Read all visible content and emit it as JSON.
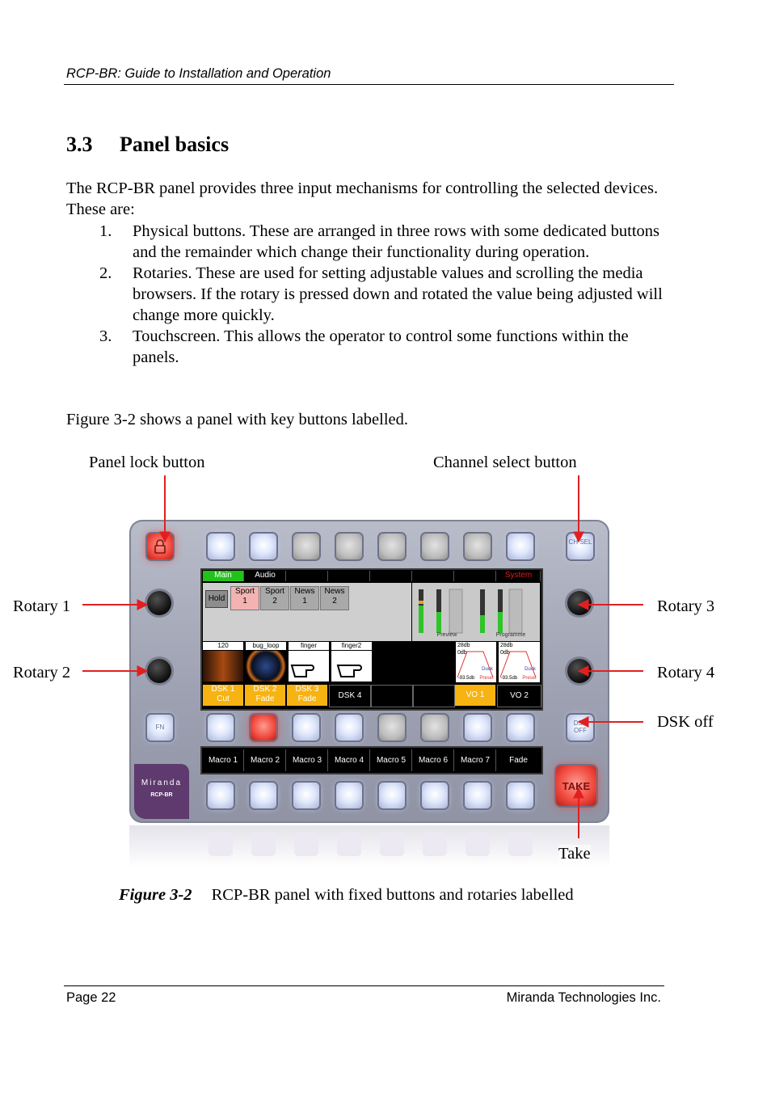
{
  "header": {
    "running_title": "RCP-BR: Guide to Installation and Operation"
  },
  "section": {
    "number": "3.3",
    "title": "Panel basics"
  },
  "intro": "The RCP-BR panel provides three input mechanisms for controlling the selected devices.  These are:",
  "mechanisms": [
    {
      "n": "1.",
      "text": "Physical buttons. These are arranged in three rows with some dedicated buttons and the remainder which change their functionality during operation."
    },
    {
      "n": "2.",
      "text": "Rotaries. These are used for setting adjustable values and scrolling the media browsers.  If the rotary is pressed down and rotated the value being adjusted will change more quickly."
    },
    {
      "n": "3.",
      "text": "Touchscreen. This allows the operator to control some functions within the panels."
    }
  ],
  "figure_ref": "Figure 3-2 shows a panel with key buttons labelled.",
  "callouts": {
    "panel_lock": "Panel lock button",
    "channel_select": "Channel select button",
    "rotary1": "Rotary 1",
    "rotary2": "Rotary 2",
    "rotary3": "Rotary 3",
    "rotary4": "Rotary 4",
    "dsk_off": "DSK off",
    "take": "Take"
  },
  "device": {
    "ch_sel": "CH SEL",
    "fn": "FN",
    "dsk_off_btn": "DSK OFF",
    "take_btn": "TAKE",
    "brand": "Miranda",
    "model": "RCP-BR",
    "screen": {
      "tabs": [
        "Main",
        "Audio",
        "",
        "",
        "",
        "",
        "",
        "System"
      ],
      "hold": "Hold",
      "presets": [
        {
          "a": "Sport",
          "b": "1"
        },
        {
          "a": "Sport",
          "b": "2"
        },
        {
          "a": "News",
          "b": "1"
        },
        {
          "a": "News",
          "b": "2"
        }
      ],
      "meter_preview": "Preview",
      "meter_programme": "Programme",
      "media": [
        "120",
        "bug_loop",
        "finger",
        "finger2"
      ],
      "audio_db": [
        "28db",
        "28db"
      ],
      "audio_gain": [
        "0db",
        "0db"
      ],
      "audio_min": [
        "-93.5db",
        "-93.5db"
      ],
      "duck": [
        "Duck",
        "Duck"
      ],
      "preset_word": [
        "Preset",
        "Preset"
      ],
      "dsk": [
        {
          "a": "DSK 1",
          "b": "Cut"
        },
        {
          "a": "DSK 2",
          "b": "Fade"
        },
        {
          "a": "DSK 3",
          "b": "Fade"
        },
        {
          "a": "DSK 4",
          "b": ""
        },
        {
          "a": "",
          "b": ""
        },
        {
          "a": "",
          "b": ""
        },
        {
          "a": "VO 1",
          "b": ""
        },
        {
          "a": "VO 2",
          "b": ""
        }
      ]
    },
    "macros": [
      "Macro 1",
      "Macro 2",
      "Macro 3",
      "Macro 4",
      "Macro 5",
      "Macro 6",
      "Macro 7",
      "Fade"
    ]
  },
  "caption": {
    "figure": "Figure 3-2",
    "text": "RCP-BR panel with fixed buttons and rotaries labelled"
  },
  "footer": {
    "page": "Page 22",
    "company": "Miranda Technologies Inc."
  },
  "colors": {
    "tab_active": "#22c21a",
    "tab_system": "#e01b1b",
    "dsk_active": "#f6b312",
    "arrow": "#e02020"
  }
}
